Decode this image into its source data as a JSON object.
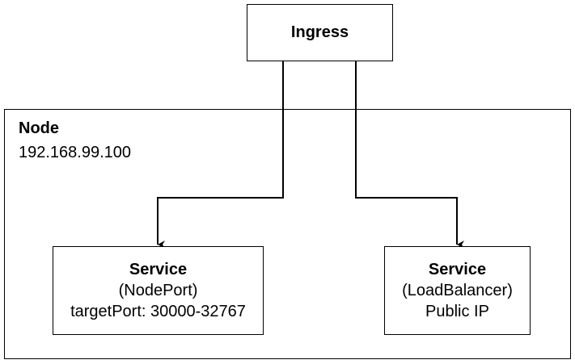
{
  "ingress": {
    "label": "Ingress"
  },
  "node": {
    "label": "Node",
    "ip": "192.168.99.100"
  },
  "services": [
    {
      "title": "Service",
      "type": "(NodePort)",
      "detail": "targetPort: 30000-32767"
    },
    {
      "title": "Service",
      "type": "(LoadBalancer)",
      "detail": "Public IP"
    }
  ],
  "edges": [
    {
      "from": "Ingress",
      "to": "Service (NodePort)"
    },
    {
      "from": "Ingress",
      "to": "Service (LoadBalancer)"
    }
  ],
  "colors": {
    "stroke": "#000000",
    "background": "#ffffff"
  }
}
